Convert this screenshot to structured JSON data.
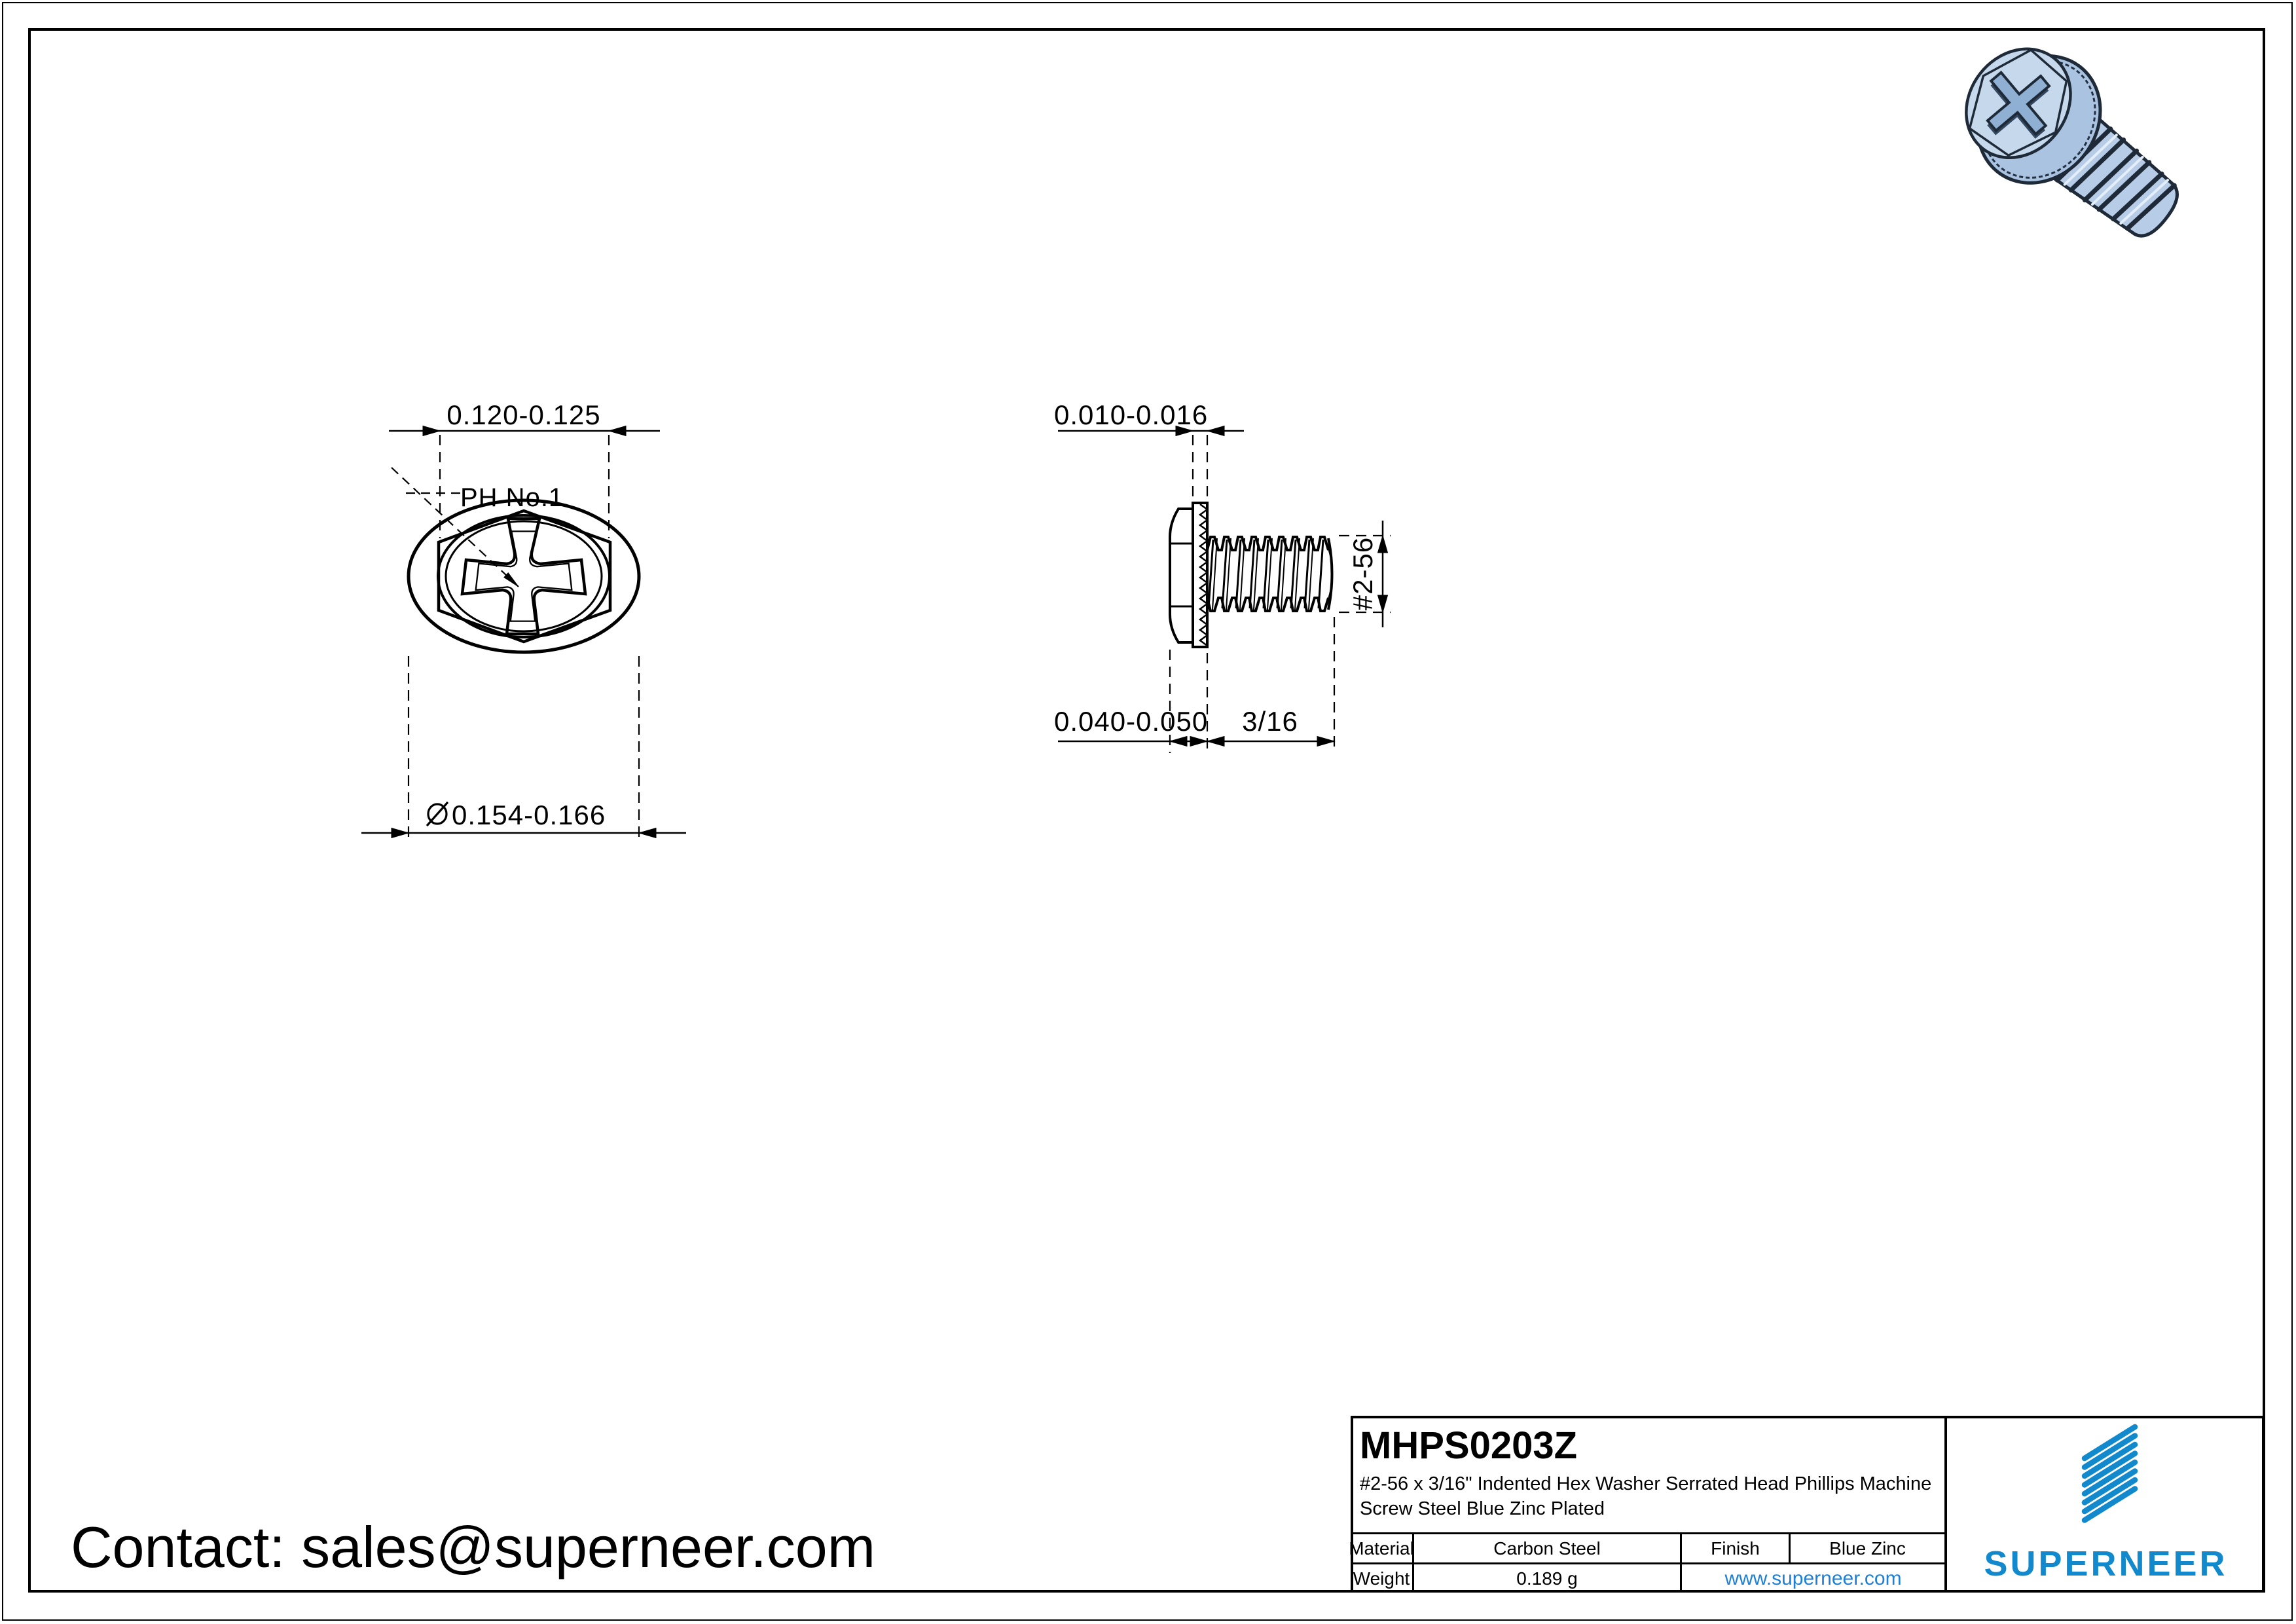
{
  "contact": {
    "label": "Contact: sales@superneer.com"
  },
  "views": {
    "front": {
      "dim_width": "0.120-0.125",
      "drive_label": "PH No.1",
      "dim_diameter": "0.154-0.166",
      "diameter_symbol": "diameter-symbol"
    },
    "side": {
      "dim_washer_thickness": "0.010-0.016",
      "dim_head_height": "0.040-0.050",
      "dim_thread_length": "3/16",
      "dim_thread_size": "#2-56"
    }
  },
  "title_block": {
    "part_number": "MHPS0203Z",
    "description_line1": "#2-56 x 3/16\" Indented Hex Washer Serrated Head Phillips Machine",
    "description_line2": "Screw Steel Blue Zinc Plated",
    "material_label": "Material",
    "material_value": "Carbon Steel",
    "finish_label": "Finish",
    "finish_value": "Blue Zinc",
    "weight_label": "Weight",
    "weight_value": "0.189 g",
    "website": "www.superneer.com",
    "brand": "SUPERNEER",
    "brand_color": "#1189cc",
    "link_color": "#1d7fd6"
  },
  "render": {
    "body_color": "#b7cce6",
    "washer_color": "#aac3e1",
    "face_color": "#c6d8ec",
    "recess_color": "#8fafd3",
    "edge_color": "#1e2a38"
  }
}
